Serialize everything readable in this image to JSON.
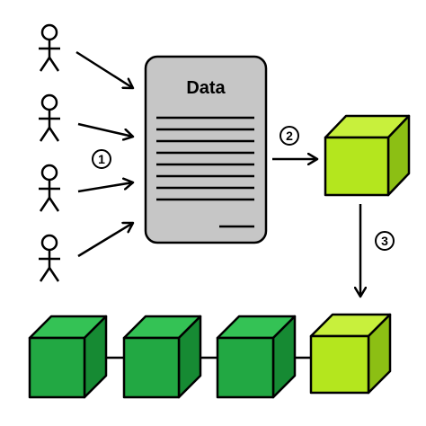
{
  "document": {
    "title": "Data",
    "fill": "#c6c6c6"
  },
  "steps": [
    {
      "number": "1"
    },
    {
      "number": "2"
    },
    {
      "number": "3"
    }
  ],
  "colors": {
    "new_block_front": "#b4e61e",
    "new_block_top": "#c8f03c",
    "new_block_side": "#8cbf14",
    "chain_block_front": "#22a843",
    "chain_block_top": "#34c255",
    "chain_block_side": "#168a33",
    "stroke": "#000000"
  },
  "icons": {
    "contributor": "person-icon",
    "block": "cube-icon"
  }
}
